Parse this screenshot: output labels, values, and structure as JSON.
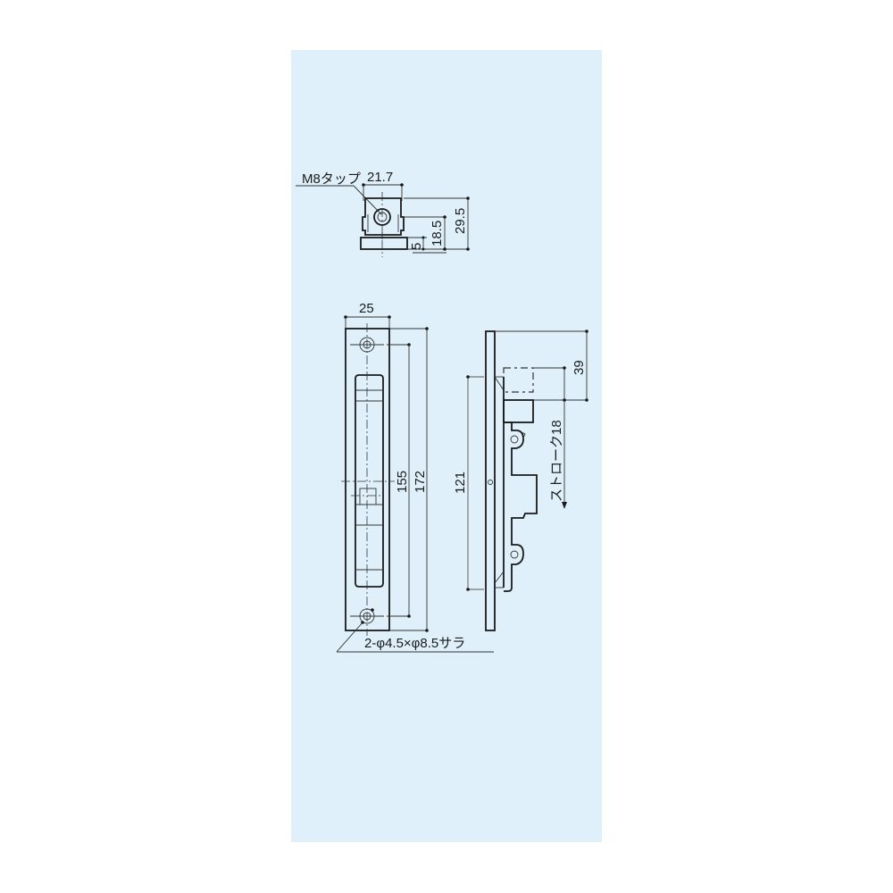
{
  "drawing": {
    "background_color": "#dff0fa",
    "line_color": "#1a1a1a",
    "top_view": {
      "callout_label": "M8タップ",
      "width_dim": "21.7",
      "height_dim_1": "18.5",
      "height_dim_2": "29.5",
      "base_dim": "5"
    },
    "front_view": {
      "width_dim": "25",
      "hole_pitch_dim": "155",
      "overall_height_dim": "172",
      "hole_callout": "2-φ4.5×φ8.5サラ"
    },
    "side_view": {
      "body_dim": "121",
      "top_offset_dim": "39",
      "stroke_label": "ストローク18"
    }
  }
}
